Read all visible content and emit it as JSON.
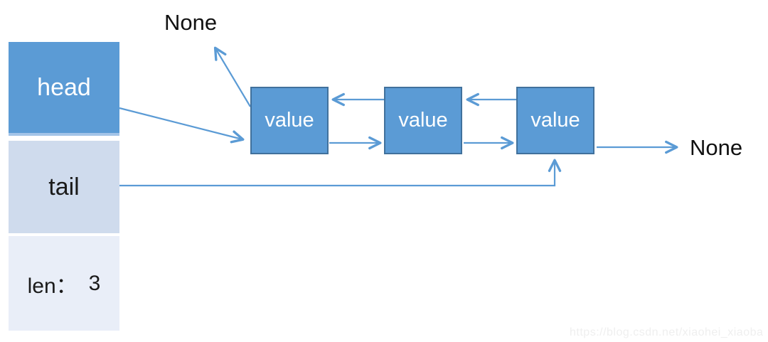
{
  "diagram": {
    "list_struct": {
      "head": {
        "label": "head"
      },
      "tail": {
        "label": "tail"
      },
      "len": {
        "label": "len：",
        "value": "3"
      }
    },
    "nodes": [
      {
        "label": "value"
      },
      {
        "label": "value"
      },
      {
        "label": "value"
      }
    ],
    "none_prev": "None",
    "none_next": "None"
  },
  "icons": {
    "arrowhead": "open-v-arrow"
  },
  "colors": {
    "node_fill": "#5b9bd5",
    "node_border": "#41719c",
    "head_fill": "#5b9bd5",
    "head_bottom_edge": "#a3c4e8",
    "tail_fill": "#cfdbed",
    "len_fill": "#e9eef8",
    "arrow": "#5b9bd5",
    "text_dark": "#111111",
    "watermark": "#efefef"
  },
  "watermark": "https://blog.csdn.net/xiaohei_xiaoba"
}
